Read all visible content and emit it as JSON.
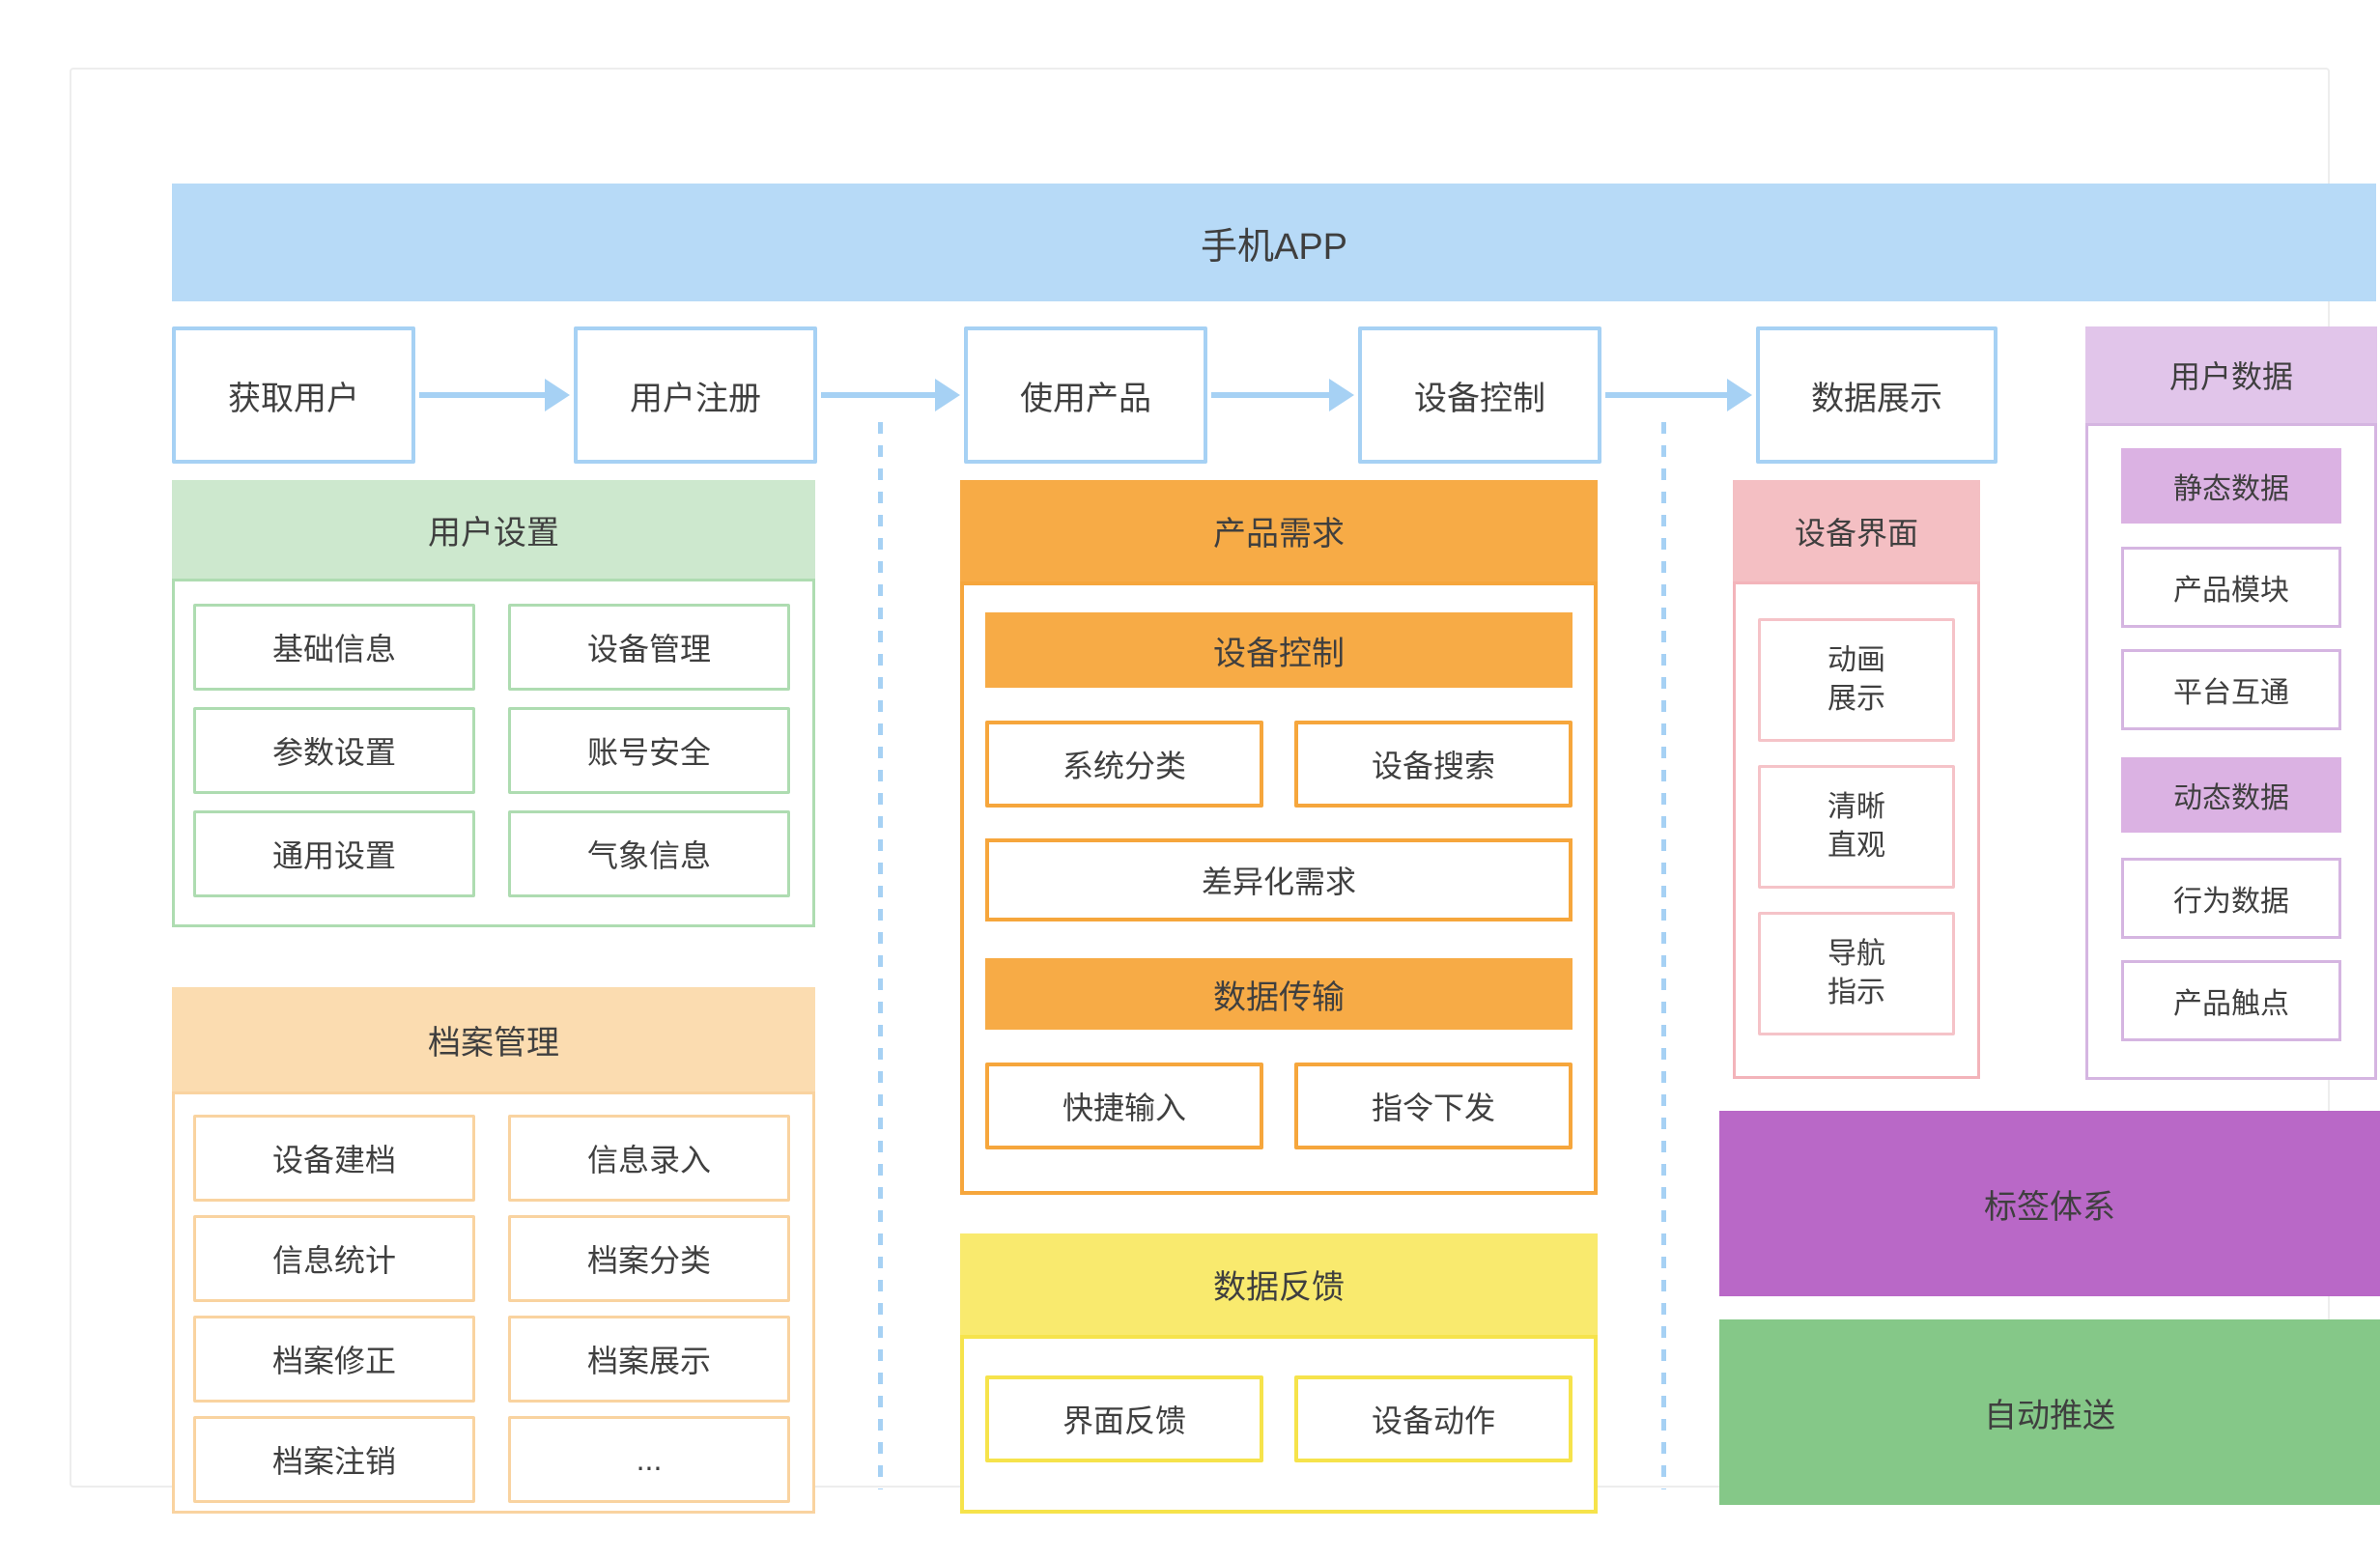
{
  "title": "手机APP",
  "flow_steps": [
    "获取用户",
    "用户注册",
    "使用产品",
    "设备控制",
    "数据展示"
  ],
  "user_settings": {
    "title": "用户设置",
    "items": [
      "基础信息",
      "设备管理",
      "参数设置",
      "账号安全",
      "通用设置",
      "气象信息"
    ]
  },
  "archive": {
    "title": "档案管理",
    "items": [
      "设备建档",
      "信息录入",
      "信息统计",
      "档案分类",
      "档案修正",
      "档案展示",
      "档案注销",
      "..."
    ]
  },
  "product_req": {
    "title": "产品需求",
    "sub1": {
      "title": "设备控制",
      "items": [
        "系统分类",
        "设备搜索"
      ]
    },
    "wide_item": "差异化需求",
    "sub2": {
      "title": "数据传输",
      "items": [
        "快捷输入",
        "指令下发"
      ]
    }
  },
  "feedback": {
    "title": "数据反馈",
    "items": [
      "界面反馈",
      "设备动作"
    ]
  },
  "device_ui": {
    "title": "设备界面",
    "items": [
      [
        "动画",
        "展示"
      ],
      [
        "清晰",
        "直观"
      ],
      [
        "导航",
        "指示"
      ]
    ]
  },
  "user_data": {
    "title": "用户数据",
    "items": [
      "静态数据",
      "产品模块",
      "平台互通",
      "动态数据",
      "行为数据",
      "产品触点"
    ]
  },
  "tag_system": "标签体系",
  "auto_push": "自动推送",
  "colors": {
    "banner_blue": "#B7DAF7",
    "flow_border_blue": "#A6D1F4",
    "green_header": "#CDE8CE",
    "green_border": "#AEDCB1",
    "peach_header": "#FBDCB0",
    "peach_border": "#F9D3A0",
    "orange_fill": "#F7AB46",
    "orange_border": "#F6A63C",
    "yellow_fill": "#F9EA6E",
    "yellow_border": "#F6E34B",
    "pink_header": "#F4BFC3",
    "pink_border": "#F3B4BA",
    "purple_header": "#E1C5EA",
    "purple_item_fill": "#DBB2E3",
    "purple_border": "#D5B5E1",
    "tag_purple": "#B968C7",
    "push_green": "#85C888",
    "text": "#3F3F3F"
  }
}
